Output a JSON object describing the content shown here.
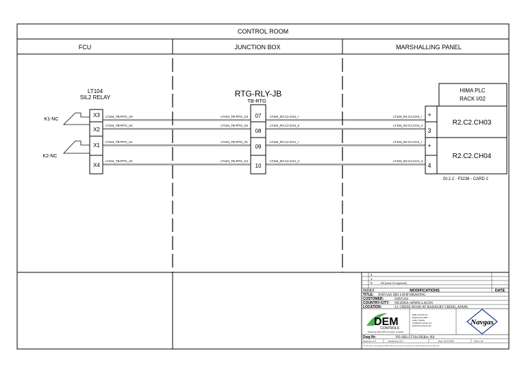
{
  "header": {
    "title": "CONTROL ROOM",
    "col_fcu": "FCU",
    "col_jb": "JUNCTION BOX",
    "col_mp": "MARSHALLING PANEL"
  },
  "relay": {
    "name": "LT104",
    "type": "SIL2 RELAY",
    "contact_1": "K1-NC",
    "contact_2": "K2-NC",
    "terminals": [
      "X3",
      "X2",
      "X1",
      "X4"
    ]
  },
  "jb": {
    "name": "RTG-RLY-JB",
    "strip": "TB-RTG",
    "terminals": [
      "07",
      "08",
      "09",
      "10"
    ]
  },
  "wires": {
    "fcu_jb": [
      "LT104_TB-RTG_X3",
      "LT104_TB-RTG_X2",
      "LT104_TB-RTG_X1",
      "LT104_TB-RTG_X4"
    ],
    "jb_mp": [
      "LT104_R2.C2.CH3_+",
      "LT104_R2.C2.CH3_3",
      "LT104_R2.C2.CH4_+",
      "LT104_R2.C2.CH4_4"
    ]
  },
  "plc": {
    "title_1": "HIMA PLC",
    "title_2": "RACK I/02",
    "terminals": [
      "+",
      "3",
      "+",
      "4"
    ],
    "ch3": "R2.C2.CH03",
    "ch4": "R2.C2.CH04",
    "card": "DI.2.2 - F3236 - CARD 2"
  },
  "title_block": {
    "rev_rows": [
      {
        "rev": "2",
        "desc": ""
      },
      {
        "rev": "1",
        "desc": ""
      },
      {
        "rev": "0",
        "desc": "IFA (Issue For Approval)"
      }
    ],
    "index_label": "INDEX",
    "modifications_label": "MODIFICATIONS",
    "date_label": "DATE",
    "title_label": "TITLE:",
    "title_value": "NAVGAS SRS LOOP DRAWING",
    "customer_label": "CUSTOMER:",
    "customer_value": "NAVGAS",
    "country_label": "COUNTRY-CITY:",
    "country_value": "NIGERIA-APAPA-LAGOS",
    "location_label": "LOCATION:",
    "location_value": "23, CREEK ROAD AT BADAGRY CREEK, APAPA",
    "logo_text": "DEM",
    "logo_sub": "CONTROLS",
    "logo_tagline": "Delivering Value With Innovation & Quality",
    "company_lines": [
      "DEM Controls Ltd",
      "Engineering Office",
      "Lagos, Nigeria",
      "info@demcontrols.com",
      "www.demcontrols.com"
    ],
    "client_logo": "Navgas",
    "dwg_label": "Dwg Nr:",
    "dwg_value": "PO-SRS-LT104-DI(Rev 00)",
    "drawn_by": "Drawn by: A.S",
    "checked_by": "Checked by: B.O",
    "date_value": "Date: 20.03.2023",
    "sheet_value": "Sheet: 1/1",
    "footer_note": "This document is the property of DEM Controls and shall not be reproduced or disclosed without written permission."
  }
}
